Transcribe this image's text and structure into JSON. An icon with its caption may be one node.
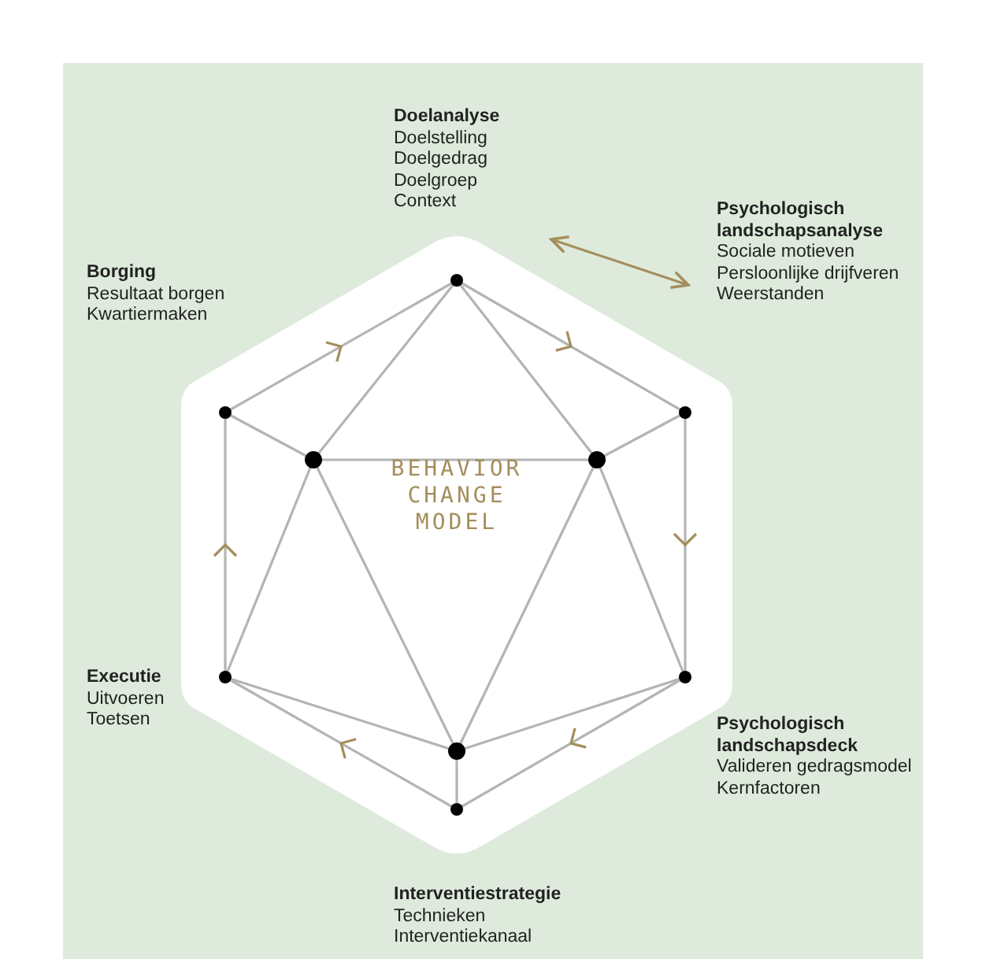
{
  "diagram": {
    "nodes": [
      {
        "text": [
          "Doelanalyse",
          "Doelstelling",
          "Doelgedrag",
          "Doelgroep",
          "Context"
        ]
      },
      {
        "text": [
          "Psychologisch landschapsanalyse",
          "Sociale motieven",
          "Persloonlijke drijfveren",
          "Weerstanden"
        ]
      },
      {
        "text": [
          "Psychologisch landschapsdeck",
          "Valideren gedragsmodel",
          "Kernfactoren"
        ]
      },
      {
        "text": [
          "Interventiestrategie",
          "Technieken",
          "Interventiekanaal"
        ]
      },
      {
        "text": [
          "Executie",
          "Uitvoeren",
          "Toetsen"
        ]
      },
      {
        "text": [
          "Borging",
          "Resultaat borgen",
          "Kwartiermaken"
        ]
      }
    ],
    "edges": [
      {
        "from": 0,
        "to": 1,
        "arrow": "both"
      }
    ],
    "labels": [
      "BEHAVIOR CHANGE MODEL"
    ]
  }
}
